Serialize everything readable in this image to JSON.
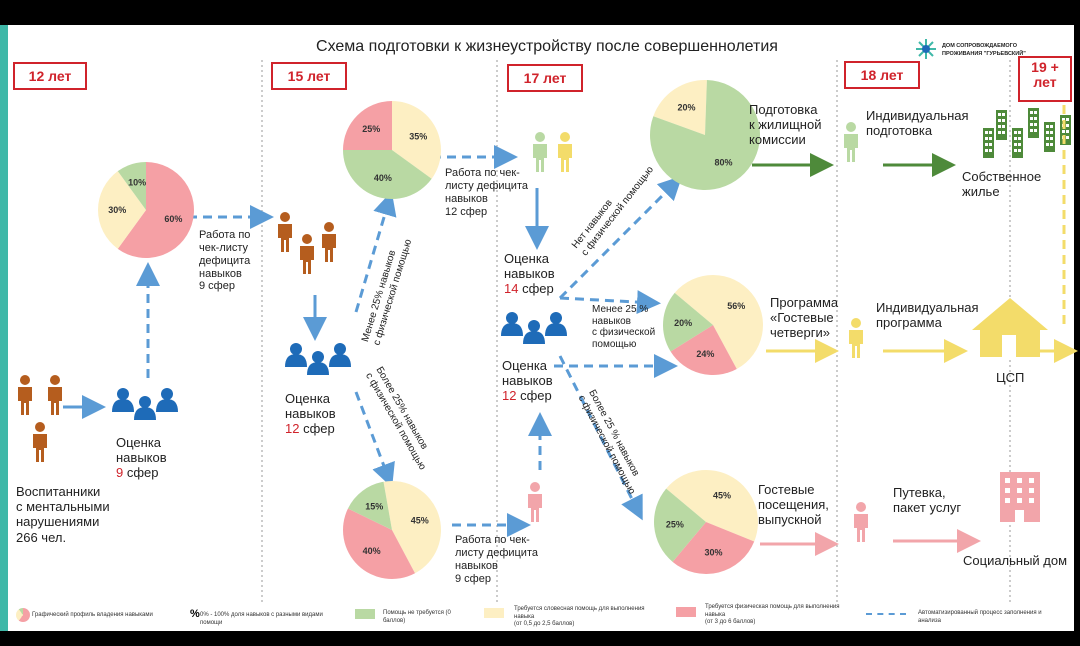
{
  "title": "Схема подготовки к жизнеустройству после совершеннолетия",
  "logo": {
    "line1": "ДОМ СОПРОВОЖДАЕМОГО",
    "line2": "ПРОЖИВАНИЯ \"ГУРЬЕВСКИЙ\""
  },
  "ages": [
    "12 лет",
    "15 лет",
    "17 лет",
    "18 лет",
    "19 +\nлет"
  ],
  "pupils": "Воспитанники\nс ментальными\nнарушениями\n266 чел.",
  "assess": {
    "a9_label": "Оценка\nнавыков",
    "a9_num": "9",
    "a9_suffix": " сфер",
    "a12_label": "Оценка\nнавыков",
    "a12_num": "12",
    "a12_suffix": " сфер",
    "a14_label": "Оценка\nнавыков",
    "a14_num": "14",
    "a14_suffix": " сфер",
    "a12b_label": "Оценка\nнавыков",
    "a12b_num": "12",
    "a12b_suffix": " сфер"
  },
  "work": {
    "w9": "Работа по\nчек-листу\nдефицита\nнавыков\n9 сфер",
    "w12": "Работа по чек-\nлисту дефицита\nнавыков\n12 сфер",
    "w9b": "Работа по чек-\nлисту дефицита\nнавыков\n9 сфер"
  },
  "diag_labels": {
    "less25": "Менее 25% навыков\nс физической помощью",
    "more25": "Более 25% навыков\nс физической помощью",
    "no_skills": "Нет навыков\nс физической помощью",
    "less25_b": "Менее 25 %\nнавыков\nс физической\nпомощью",
    "more25_b": "Более 25 % навыков\nс физической помощью"
  },
  "outcomes": {
    "housing_commission": "Подготовка\nк жилищной\nкомиссии",
    "individual_prep": "Индивидуальная\nподготовка",
    "own_housing": "Собственное\nжилье",
    "program": "Программа\n«Гостевые\nчетверги»",
    "individual_program": "Индивидуальная\nпрограмма",
    "csp": "ЦСП",
    "guest_visits": "Гостевые\nпосещения,\nвыпускной",
    "voucher": "Путевка,\nпакет услуг",
    "social_house": "Социальный дом"
  },
  "colors": {
    "green": "#b9d9a3",
    "yellow": "#fdefc3",
    "pink": "#f5a0a5",
    "dark_green": "#4e8a3a",
    "yellow_line": "#f3dc6a",
    "pink_line": "#f2a5aa",
    "blue": "#5b9bd5",
    "person_blue": "#1e6bb8",
    "person_brown": "#b55d1e"
  },
  "chart_data": [
    {
      "type": "pie",
      "name": "12 лет",
      "labels": [
        "60%",
        "30%",
        "10%"
      ],
      "values": [
        60,
        30,
        10
      ],
      "colors": [
        "pink",
        "yellow",
        "green"
      ]
    },
    {
      "type": "pie",
      "name": "15 лет менее 25%",
      "labels": [
        "35%",
        "40%",
        "25%"
      ],
      "values": [
        35,
        40,
        25
      ],
      "colors": [
        "yellow",
        "green",
        "pink"
      ]
    },
    {
      "type": "pie",
      "name": "15 лет более 25%",
      "labels": [
        "45%",
        "40%",
        "15%"
      ],
      "values": [
        45,
        40,
        15
      ],
      "colors": [
        "yellow",
        "pink",
        "green"
      ]
    },
    {
      "type": "pie",
      "name": "17 лет нет навыков",
      "labels": [
        "20%",
        "80%"
      ],
      "values": [
        20,
        80
      ],
      "colors": [
        "yellow",
        "green"
      ]
    },
    {
      "type": "pie",
      "name": "17 лет менее 25%",
      "labels": [
        "56%",
        "24%",
        "20%"
      ],
      "values": [
        56,
        24,
        20
      ],
      "colors": [
        "yellow",
        "pink",
        "green"
      ]
    },
    {
      "type": "pie",
      "name": "17 лет более 25%",
      "labels": [
        "45%",
        "30%",
        "25%"
      ],
      "values": [
        45,
        30,
        25
      ],
      "colors": [
        "yellow",
        "pink",
        "green"
      ]
    }
  ],
  "legend": {
    "profile": "Графический профиль владения навыками",
    "pct_symbol": "%",
    "pct": "0% - 100% доля навыков с разными видами\nпомощи",
    "green": "Помощь не требуется (0\nбаллов)",
    "yellow": "Требуется словесная помощь для выполнения\nнавыка\n(от 0,5 до 2,5 баллов)",
    "pink": "Требуется физическая помощь для выполнения\nнавыка\n(от 3 до 6 баллов)",
    "dash": "Автоматизированный процесс заполнения и\nанализа"
  }
}
